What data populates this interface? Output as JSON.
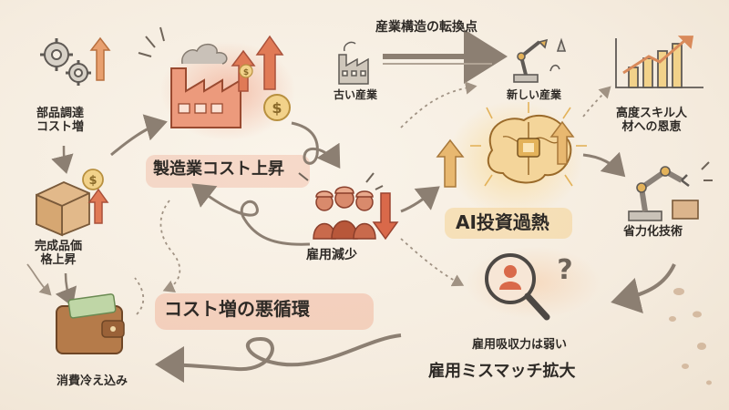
{
  "labels": {
    "parts_cost": [
      "部品調達",
      "コスト増"
    ],
    "product_price": [
      "完成品価",
      "格上昇"
    ],
    "consumption": "消費冷え込み",
    "manufacturing_cost": "製造業コスト上昇",
    "employment_decrease": "雇用減少",
    "vicious_cycle": "コスト増の悪循環",
    "industry_shift": "産業構造の転換点",
    "old_industry": "古い産業",
    "new_industry": "新しい産業",
    "talent_benefit": [
      "高度スキル人",
      "材への恩恵"
    ],
    "ai_investment": "AI投資過熱",
    "labor_saving": "省力化技術",
    "absorption": "雇用吸収力は弱い",
    "mismatch": "雇用ミスマッチ拡大"
  },
  "icons": [
    "gears-icon",
    "up-arrow-icon",
    "box-icon",
    "dollar-coin-icon",
    "wallet-icon",
    "factory-icon",
    "workers-icon",
    "down-arrow-icon",
    "robot-arm-icon",
    "brain-chip-icon",
    "bar-chart-icon",
    "magnifier-person-icon",
    "question-mark-icon"
  ],
  "colors": {
    "accent_orange": "#e8896a",
    "accent_red": "#c9573c",
    "gold": "#e3b25a",
    "ink": "#2e2a26",
    "arrow": "#8c7f72"
  }
}
